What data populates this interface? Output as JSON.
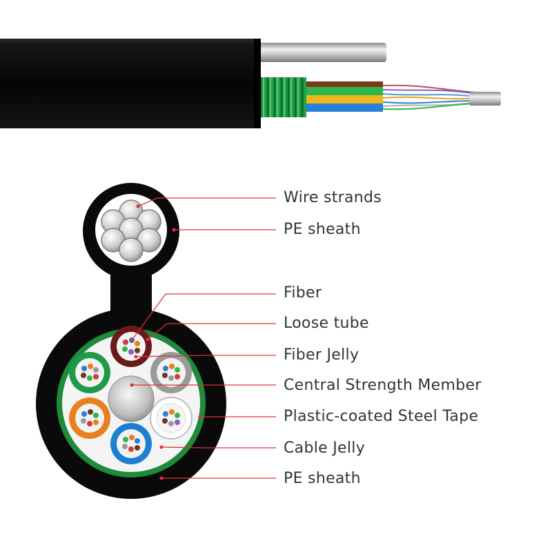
{
  "labels": [
    {
      "id": "wire-strands",
      "text": "Wire strands"
    },
    {
      "id": "pe-sheath-top",
      "text": "PE sheath"
    },
    {
      "id": "fiber",
      "text": "Fiber"
    },
    {
      "id": "loose-tube",
      "text": "Loose tube"
    },
    {
      "id": "fiber-jelly",
      "text": "Fiber Jelly"
    },
    {
      "id": "central-strength-member",
      "text": "Central Strength Member"
    },
    {
      "id": "plastic-coated-steel-tape",
      "text": "Plastic-coated Steel Tape"
    },
    {
      "id": "cable-jelly",
      "text": "Cable Jelly"
    },
    {
      "id": "pe-sheath-bottom",
      "text": "PE sheath"
    }
  ],
  "colors": {
    "sheath": "#0a0a0a",
    "steel_tape": "#1e8a3a",
    "jelly": "#f4f4f4",
    "leader_line": "#e0303a",
    "tube_brown": "#6b1a1a",
    "tube_gray": "#9a9a9a",
    "tube_white": "#ffffff",
    "tube_blue": "#1c7fd0",
    "tube_orange": "#e8801e",
    "tube_green": "#1e9a4a"
  }
}
